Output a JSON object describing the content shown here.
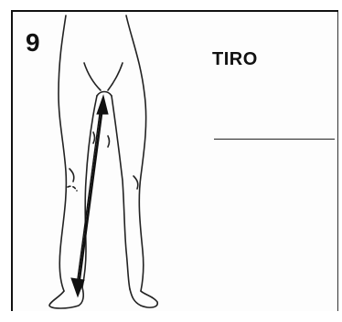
{
  "card": {
    "step_number": "9",
    "title": "TIRO",
    "answer_blank": ""
  },
  "illustration": {
    "subject": "legs-front-view",
    "measurement": "double-headed-arrow-crotch-to-ankle",
    "ink_color": "#111111",
    "paper_color": "#ffffff"
  }
}
